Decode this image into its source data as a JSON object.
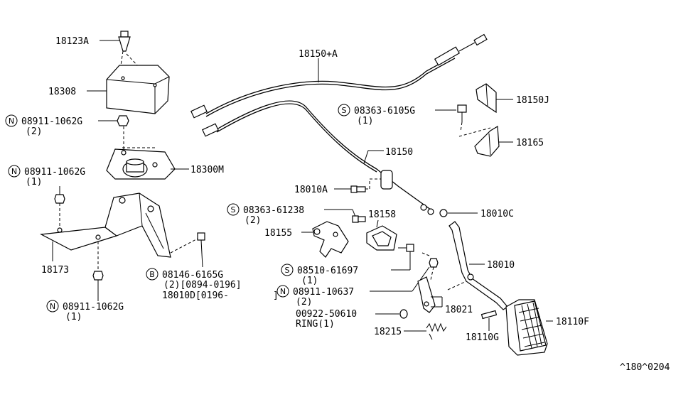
{
  "labels": {
    "p18123A": "18123A",
    "p18308": "18308",
    "nut1_code": "08911-1062G",
    "nut1_qty": "(2)",
    "nut2_code": "08911-1062G",
    "nut2_qty": "(1)",
    "p18300M": "18300M",
    "p18173": "18173",
    "nut3_code": "08911-1062G",
    "nut3_qty": "(1)",
    "bolt_code": "08146-6165G",
    "bolt_line2": "(2)[0894-0196]",
    "bolt_line3": "18010D[0196-",
    "bolt_bracket": "]",
    "p18150A": "18150+A",
    "p18150J": "18150J",
    "screw1_code": "08363-6105G",
    "screw1_qty": "(1)",
    "p18165": "18165",
    "p18150": "18150",
    "p18010A": "18010A",
    "screw2_code": "08363-61238",
    "screw2_qty": "(2)",
    "p18158": "18158",
    "p18155": "18155",
    "p18010C": "18010C",
    "screw3_code": "08510-61697",
    "screw3_qty": "(1)",
    "p18010": "18010",
    "nut4_code": "08911-10637",
    "nut4_qty": "(2)",
    "ring_code": "00922-50610",
    "ring_text": "RING(1)",
    "p18021": "18021",
    "p18215": "18215",
    "p18110G": "18110G",
    "p18110F": "18110F",
    "footer": "^180^0204"
  },
  "badges": {
    "n1": "N",
    "n2": "N",
    "n3": "N",
    "n4": "N",
    "s1": "S",
    "s2": "S",
    "s3": "S",
    "b1": "B"
  }
}
